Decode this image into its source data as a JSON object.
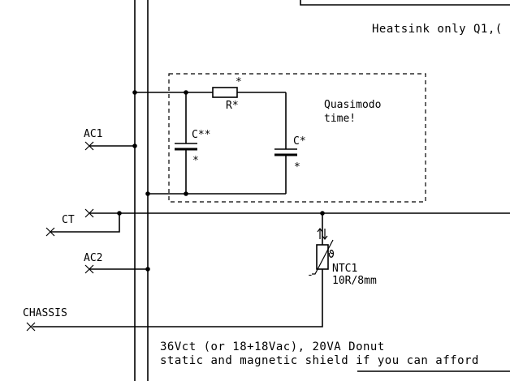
{
  "labels": {
    "heatsink": "Heatsink only Q1,(",
    "quasimodo_line1": "Quasimodo",
    "quasimodo_line2": "time!",
    "resistor": "R*",
    "resistor_mark": "*",
    "cap_left": "C**",
    "cap_left_mark": "*",
    "cap_right": "C*",
    "cap_right_mark": "*",
    "ac1": "AC1",
    "ct": "CT",
    "ac2": "AC2",
    "chassis": "CHASSIS",
    "ntc_name": "NTC1",
    "ntc_value": "10R/8mm",
    "ntc_theta": "ϑ",
    "ntc_minus": "-",
    "transformer_line1": "36Vct (or 18+18Vac), 20VA Donut",
    "transformer_line2": "static and magnetic shield if you can afford"
  }
}
